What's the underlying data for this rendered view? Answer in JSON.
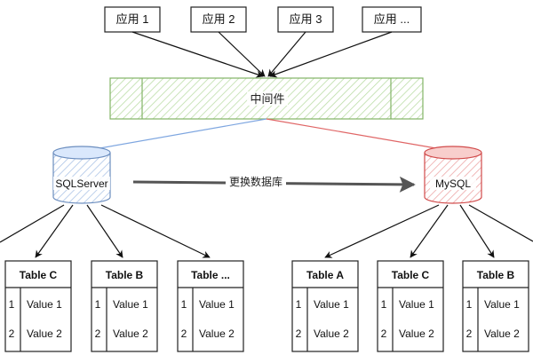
{
  "apps": [
    "应用 1",
    "应用 2",
    "应用 3",
    "应用 ..."
  ],
  "middleware": {
    "label": "中间件"
  },
  "databases": {
    "left": {
      "label": "SQLServer"
    },
    "right": {
      "label": "MySQL"
    }
  },
  "switch_label": "更换数据库",
  "tables": {
    "left": [
      {
        "title": "Table C",
        "rows": [
          {
            "num": "1",
            "value": "Value 1"
          },
          {
            "num": "2",
            "value": "Value 2"
          }
        ]
      },
      {
        "title": "Table B",
        "rows": [
          {
            "num": "1",
            "value": "Value 1"
          },
          {
            "num": "2",
            "value": "Value 2"
          }
        ]
      },
      {
        "title": "Table ...",
        "rows": [
          {
            "num": "1",
            "value": "Value 1"
          },
          {
            "num": "2",
            "value": "Value 2"
          }
        ]
      }
    ],
    "right": [
      {
        "title": "Table A",
        "rows": [
          {
            "num": "1",
            "value": "Value 1"
          },
          {
            "num": "2",
            "value": "Value 2"
          }
        ]
      },
      {
        "title": "Table C",
        "rows": [
          {
            "num": "1",
            "value": "Value 1"
          },
          {
            "num": "2",
            "value": "Value 2"
          }
        ]
      },
      {
        "title": "Table B",
        "rows": [
          {
            "num": "1",
            "value": "Value 1"
          },
          {
            "num": "2",
            "value": "Value 2"
          }
        ]
      }
    ]
  },
  "colors": {
    "middleware_border": "#82b366",
    "middleware_hatch": "#b9dca4",
    "sqlserver": "#6c8ebf",
    "sqlserver_hatch": "#a8c1e6",
    "mysql": "#d14b4b",
    "mysql_hatch": "#eca1a1",
    "blue_edge": "#7ea6e0",
    "red_edge": "#e06666",
    "arrow": "#444444",
    "switch_arrow": "#555555"
  }
}
